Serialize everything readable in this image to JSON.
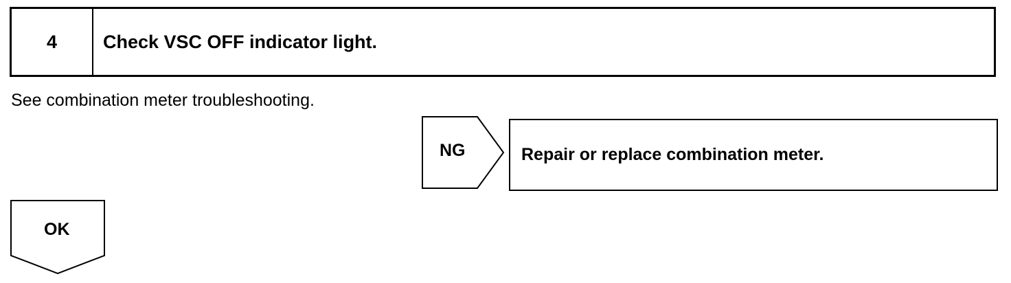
{
  "step": {
    "number": "4",
    "title": "Check VSC OFF indicator light."
  },
  "instruction": "See combination meter troubleshooting.",
  "ng_branch": {
    "label": "NG",
    "action": "Repair or replace combination meter."
  },
  "ok_branch": {
    "label": "OK"
  }
}
